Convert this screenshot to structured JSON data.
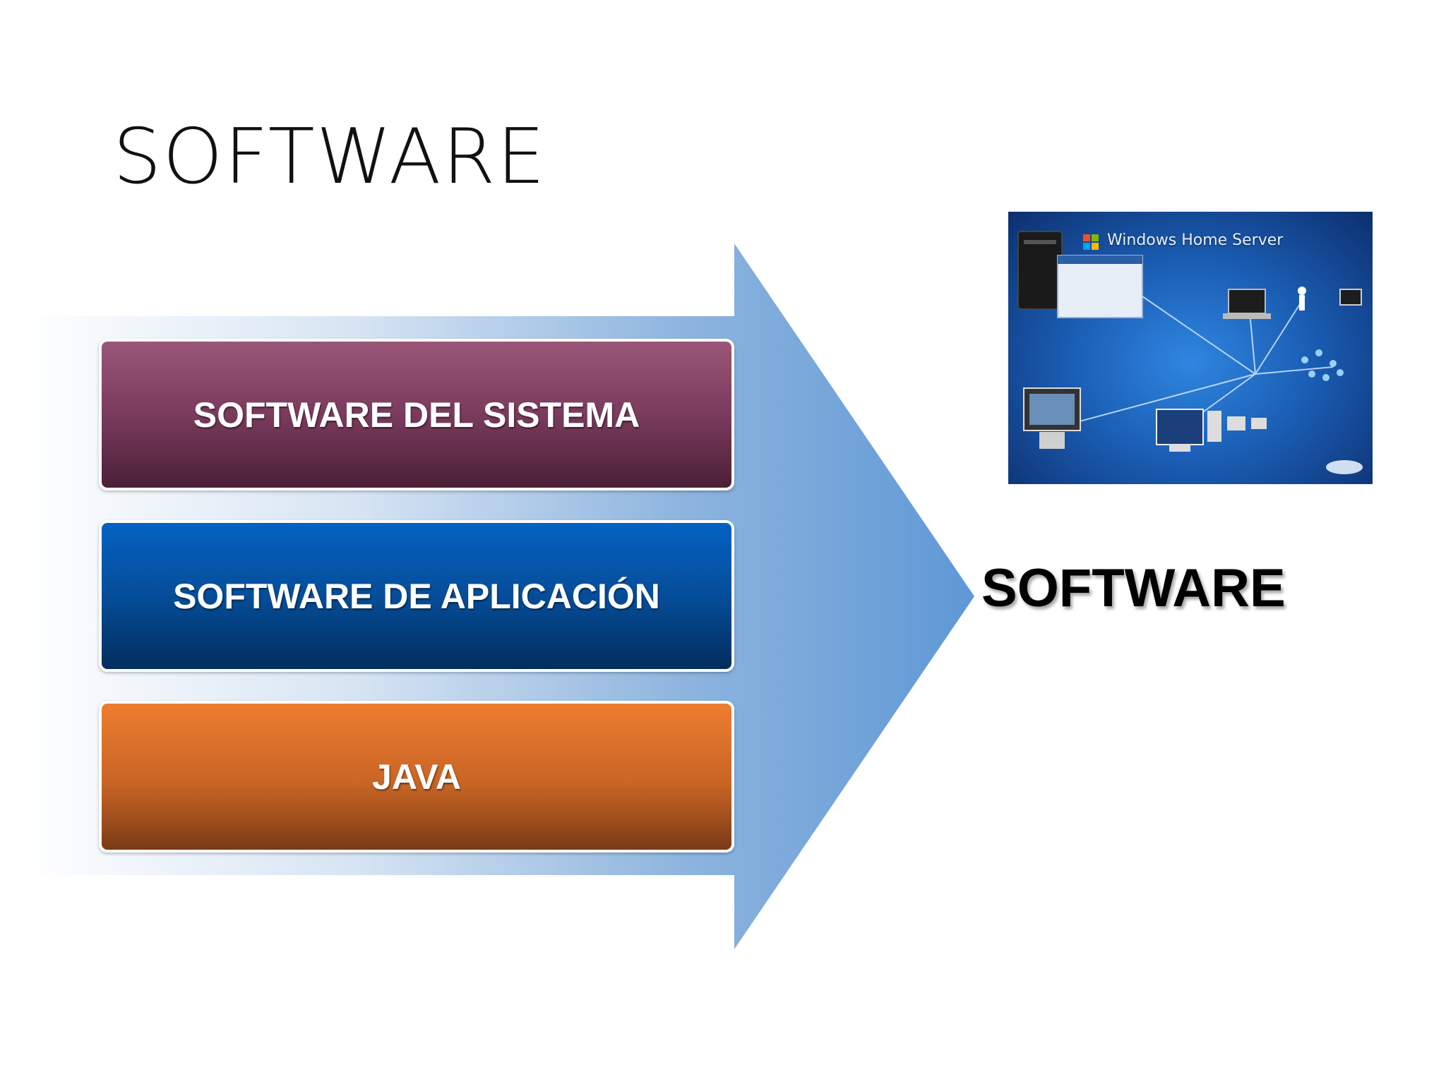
{
  "slide": {
    "title": "SOFTWARE"
  },
  "diagram": {
    "items": [
      {
        "label": "SOFTWARE DEL SISTEMA",
        "color": "#7a3b5c"
      },
      {
        "label": "SOFTWARE DE APLICACIÓN",
        "color": "#054d99"
      },
      {
        "label": "JAVA",
        "color": "#c86525"
      }
    ],
    "arrow_color": "#6b9fd6",
    "result_label": "SOFTWARE"
  },
  "image": {
    "caption": "Windows Home Server",
    "icon": "network-diagram-image"
  }
}
